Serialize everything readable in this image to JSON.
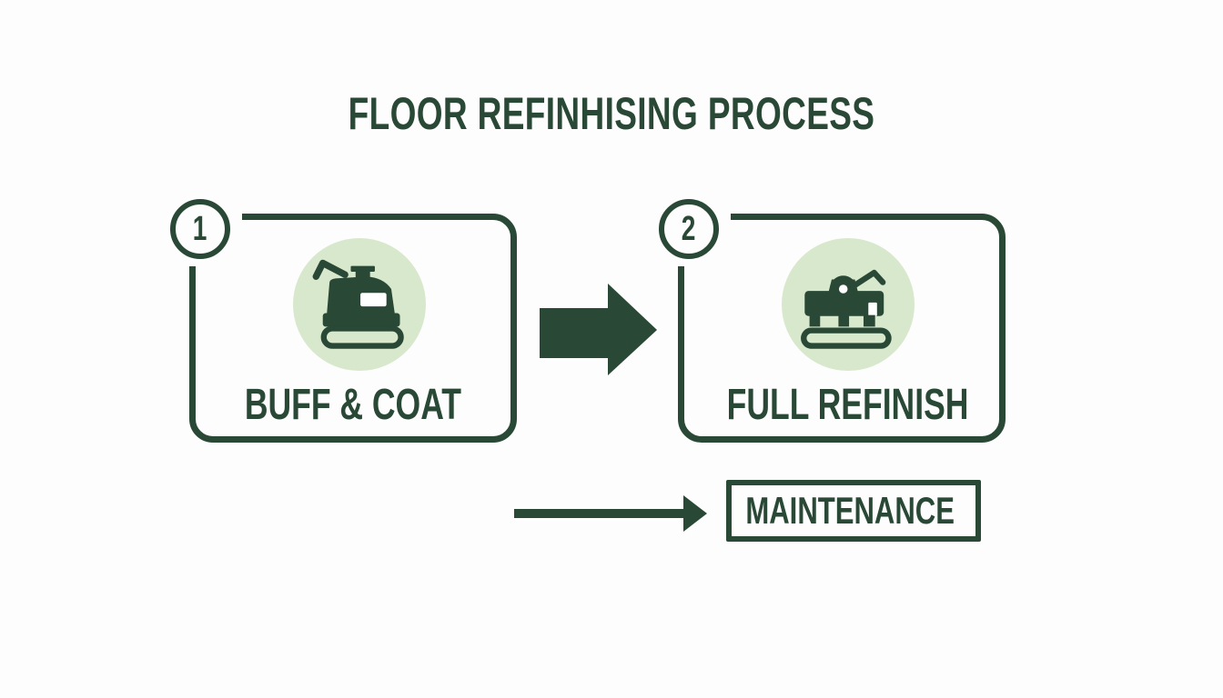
{
  "title": "FLOOR REFINHISING PROCESS",
  "steps": [
    {
      "number": "1",
      "label": "BUFF & COAT",
      "icon": "floor-buffer-icon"
    },
    {
      "number": "2",
      "label": "FULL REFINISH",
      "icon": "floor-sander-icon"
    }
  ],
  "maintenance": {
    "label": "MAINTENANCE",
    "icon": "leaf-icon"
  },
  "flow": {
    "big_arrow": "arrow-right-icon",
    "small_arrow": "arrow-right-icon"
  },
  "colors": {
    "dark_green": "#294936",
    "light_green": "#d8e8cc",
    "background": "#fcfdfc"
  }
}
